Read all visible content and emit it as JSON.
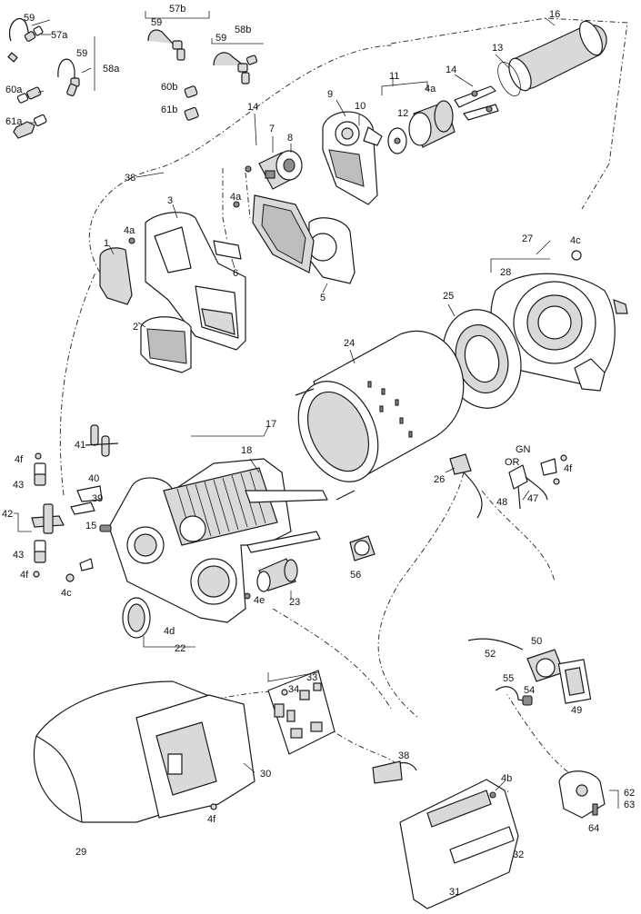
{
  "labels": {
    "l59a": "59",
    "l57a": "57a",
    "l57b": "57b",
    "l59b": "59",
    "l58b": "58b",
    "l59c": "59",
    "l59d": "59",
    "l58a": "58a",
    "l16": "16",
    "l13": "13",
    "l14a": "14",
    "l11": "11",
    "l60a": "60a",
    "l60b": "60b",
    "l61a": "61a",
    "l61b": "61b",
    "l4a1": "4a",
    "l12": "12",
    "l9": "9",
    "l10": "10",
    "l14b": "14",
    "l7": "7",
    "l8": "8",
    "l38a": "38",
    "l4a2": "4a",
    "l3": "3",
    "l4a3": "4a",
    "l1": "1",
    "l6": "6",
    "l5": "5",
    "l27": "27",
    "l4c1": "4c",
    "l28": "28",
    "l2": "2",
    "l25": "25",
    "l24": "24",
    "l17": "17",
    "l41": "41",
    "l18": "18",
    "l4f1": "4f",
    "l43a": "43",
    "l40": "40",
    "l39": "39",
    "l42": "42",
    "l15": "15",
    "l43b": "43",
    "l4f2": "4f",
    "l4c2": "4c",
    "l26": "26",
    "l48": "48",
    "l47": "47",
    "l4f3": "4f",
    "lGN": "GN",
    "lOR": "OR",
    "l56": "56",
    "l4e": "4e",
    "l23": "23",
    "l4d": "4d",
    "l22": "22",
    "l50": "50",
    "l52": "52",
    "l34": "34",
    "l33": "33",
    "l55": "55",
    "l54": "54",
    "l49": "49",
    "l38b": "38",
    "l30": "30",
    "l4f4": "4f",
    "l4b": "4b",
    "l29": "29",
    "l62": "62",
    "l63": "63",
    "l64": "64",
    "l32": "32",
    "l31": "31"
  }
}
